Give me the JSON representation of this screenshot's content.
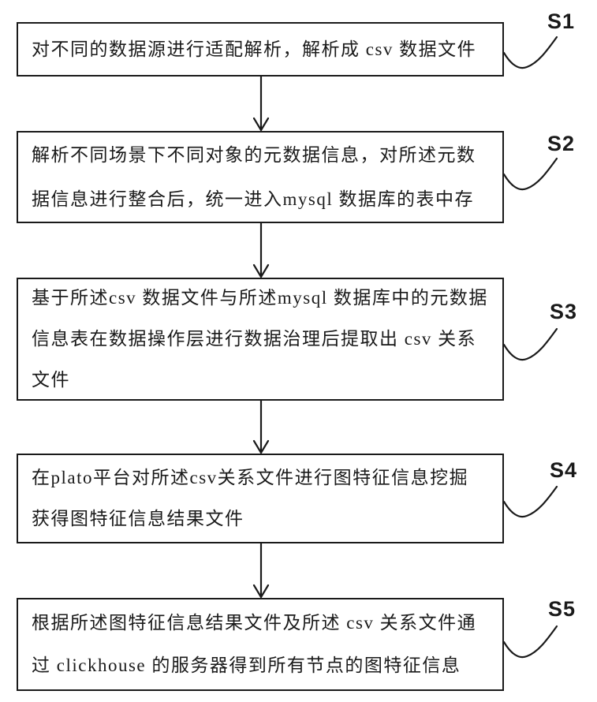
{
  "figure": {
    "background_color": "#ffffff",
    "line_color": "#1a1a1a",
    "type": "flowchart",
    "direction": "top-down"
  },
  "steps": [
    {
      "label": "S1",
      "lines": [
        "对不同的数据源进行适配解析，解析成 csv 数据文件"
      ]
    },
    {
      "label": "S2",
      "lines": [
        "解析不同场景下不同对象的元数据信息，对所述元数",
        "据信息进行整合后，统一进入mysql 数据库的表中存"
      ]
    },
    {
      "label": "S3",
      "lines": [
        "基于所述csv 数据文件与所述mysql 数据库中的元数据",
        "信息表在数据操作层进行数据治理后提取出 csv 关系",
        "文件"
      ]
    },
    {
      "label": "S4",
      "lines": [
        "在plato平台对所述csv关系文件进行图特征信息挖掘",
        "获得图特征信息结果文件"
      ]
    },
    {
      "label": "S5",
      "lines": [
        "根据所述图特征信息结果文件及所述 csv 关系文件通",
        "过 clickhouse 的服务器得到所有节点的图特征信息"
      ]
    }
  ]
}
